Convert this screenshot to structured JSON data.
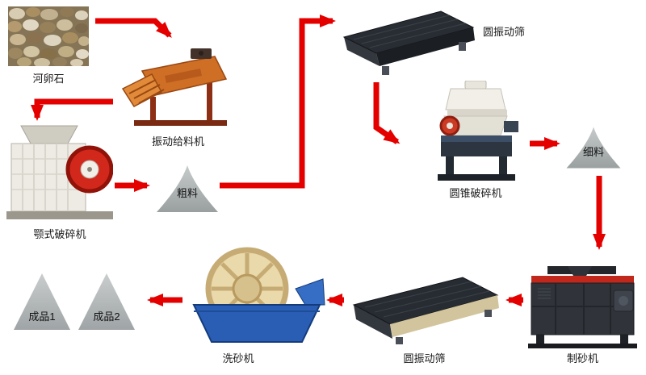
{
  "flowchart": {
    "nodes": [
      {
        "id": "pebbles",
        "label": "河卵石",
        "type": "photo"
      },
      {
        "id": "feeder",
        "label": "振动给料机",
        "type": "machine"
      },
      {
        "id": "jaw-crusher",
        "label": "颚式破碎机",
        "type": "machine"
      },
      {
        "id": "coarse-material",
        "label": "粗料",
        "type": "material-cone"
      },
      {
        "id": "screen-top",
        "label": "圆振动筛",
        "type": "machine"
      },
      {
        "id": "cone-crusher",
        "label": "圆锥破碎机",
        "type": "machine"
      },
      {
        "id": "fine-material",
        "label": "细料",
        "type": "material-cone"
      },
      {
        "id": "sand-maker",
        "label": "制砂机",
        "type": "machine"
      },
      {
        "id": "screen-bottom",
        "label": "圆振动筛",
        "type": "machine"
      },
      {
        "id": "sand-washer",
        "label": "洗砂机",
        "type": "machine"
      },
      {
        "id": "product-1",
        "label": "成品1",
        "type": "product-pile"
      },
      {
        "id": "product-2",
        "label": "成品2",
        "type": "product-pile"
      }
    ],
    "edges": [
      {
        "from": "pebbles",
        "to": "feeder"
      },
      {
        "from": "feeder",
        "to": "jaw-crusher"
      },
      {
        "from": "jaw-crusher",
        "to": "coarse-material"
      },
      {
        "from": "coarse-material",
        "to": "screen-top"
      },
      {
        "from": "screen-top",
        "to": "cone-crusher"
      },
      {
        "from": "cone-crusher",
        "to": "fine-material"
      },
      {
        "from": "fine-material",
        "to": "sand-maker"
      },
      {
        "from": "sand-maker",
        "to": "screen-bottom"
      },
      {
        "from": "screen-bottom",
        "to": "sand-washer"
      },
      {
        "from": "sand-washer",
        "to": "product-1"
      },
      {
        "from": "sand-washer",
        "to": "product-2"
      }
    ],
    "colors": {
      "arrow": "#e50000",
      "material_cone": "#a7acac",
      "label_text": "#1a1a1a",
      "background": "#ffffff"
    }
  }
}
